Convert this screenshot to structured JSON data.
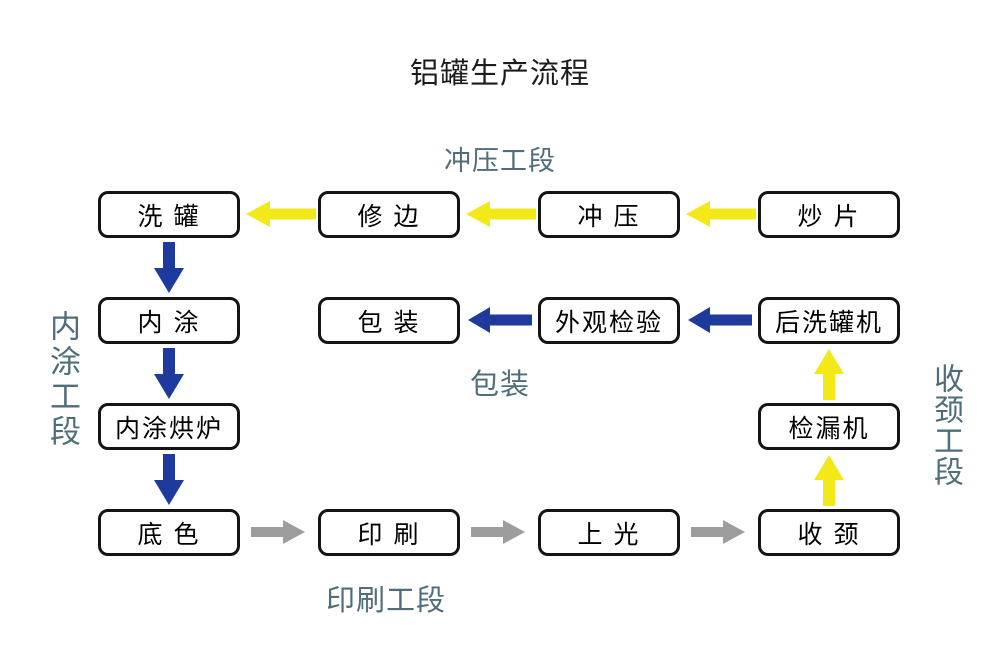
{
  "title": "铝罐生产流程",
  "colors": {
    "title_text": "#1c1c1c",
    "section_label": "#4f6e7a",
    "arrow_yellow": "#f3e918",
    "arrow_blue": "#1d3a9c",
    "arrow_gray": "#9d9d9d",
    "box_border": "#141414",
    "box_text": "#000000",
    "background": "#ffffff"
  },
  "section_labels": {
    "stamping": "冲压工段",
    "packing": "包装",
    "printing": "印刷工段",
    "inner_coating": "内涂工段",
    "necking": "收颈工段"
  },
  "nodes": {
    "wash_can": "洗 罐",
    "trim_edge": "修 边",
    "stamping": "冲 压",
    "fry_sheet": "炒 片",
    "inner_coat": "内 涂",
    "packing": "包 装",
    "visual_inspection": "外观检验",
    "post_wash_machine": "后洗罐机",
    "inner_coat_oven": "内涂烘炉",
    "leak_detector": "检漏机",
    "base_color": "底 色",
    "printing": "印 刷",
    "glossing": "上 光",
    "necking": "收 颈"
  },
  "edges": [
    {
      "from": "炒片",
      "to": "冲压",
      "color": "yellow",
      "direction": "left"
    },
    {
      "from": "冲压",
      "to": "修边",
      "color": "yellow",
      "direction": "left"
    },
    {
      "from": "修边",
      "to": "洗罐",
      "color": "yellow",
      "direction": "left"
    },
    {
      "from": "洗罐",
      "to": "内涂",
      "color": "blue",
      "direction": "down"
    },
    {
      "from": "内涂",
      "to": "内涂烘炉",
      "color": "blue",
      "direction": "down"
    },
    {
      "from": "内涂烘炉",
      "to": "底色",
      "color": "blue",
      "direction": "down"
    },
    {
      "from": "底色",
      "to": "印刷",
      "color": "gray",
      "direction": "right"
    },
    {
      "from": "印刷",
      "to": "上光",
      "color": "gray",
      "direction": "right"
    },
    {
      "from": "上光",
      "to": "收颈",
      "color": "gray",
      "direction": "right"
    },
    {
      "from": "收颈",
      "to": "检漏机",
      "color": "yellow",
      "direction": "up"
    },
    {
      "from": "检漏机",
      "to": "后洗罐机",
      "color": "yellow",
      "direction": "up"
    },
    {
      "from": "后洗罐机",
      "to": "外观检验",
      "color": "blue",
      "direction": "left"
    },
    {
      "from": "外观检验",
      "to": "包装",
      "color": "blue",
      "direction": "left"
    }
  ]
}
